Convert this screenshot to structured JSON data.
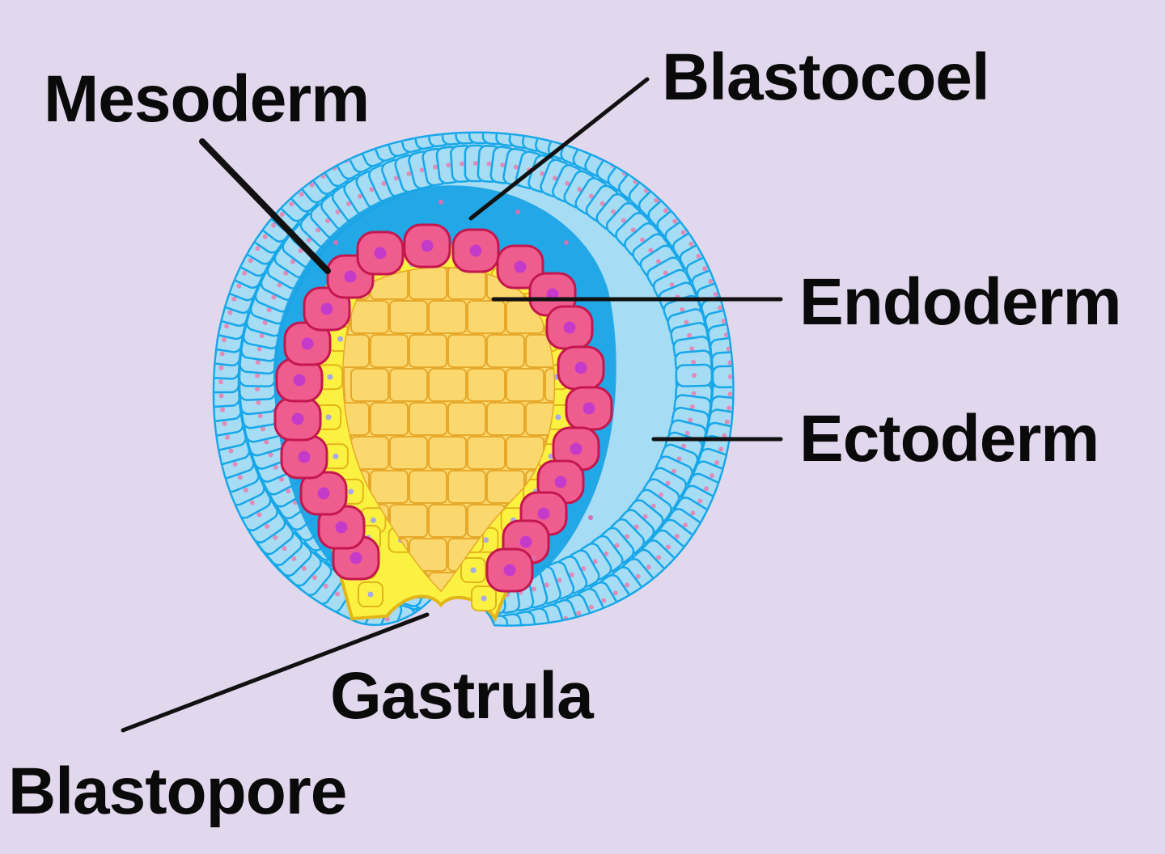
{
  "title": "Gastrula",
  "labels": {
    "mesoderm": "Mesoderm",
    "blastocoel": "Blastocoel",
    "endoderm": "Endoderm",
    "ectoderm": "Ectoderm",
    "blastopore": "Blastopore"
  },
  "colors": {
    "background": "#e2d8ee",
    "ectoderm_fill": "#a6dcf4",
    "ectoderm_stroke": "#17a7e8",
    "blastocoel": "#1aa3e6",
    "mesoderm_fill": "#ef5d8f",
    "mesoderm_stroke": "#c4174d",
    "mesoderm_nucleus": "#c53bc9",
    "endoderm_fill": "#fbf140",
    "endoderm_stroke": "#e2b51b",
    "yolk_fill": "#fbd86d",
    "yolk_stroke": "#e6a92a",
    "nucleus_small": "#a7a9e8",
    "leader_line": "#111111"
  }
}
